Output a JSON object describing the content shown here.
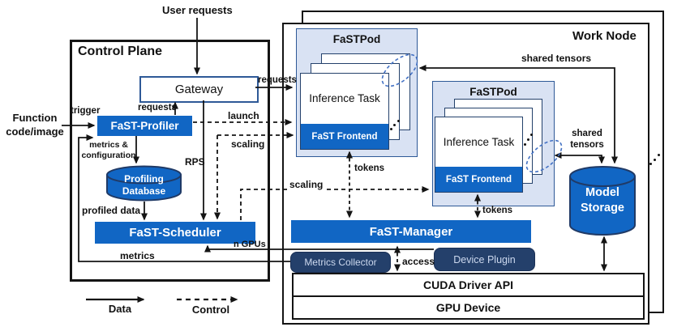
{
  "diagram": {
    "external": {
      "user_requests": "User requests",
      "function_code_line1": "Function",
      "function_code_line2": "code/image"
    },
    "control_plane": {
      "title": "Control Plane",
      "gateway": "Gateway",
      "profiler": "FaST-Profiler",
      "scheduler": "FaST-Scheduler",
      "database_line1": "Profiling",
      "database_line2": "Database"
    },
    "work_node": {
      "title": "Work Node",
      "pod1": {
        "title": "FaSTPod",
        "task": "Inference Task",
        "frontend": "FaST Frontend"
      },
      "pod2": {
        "title": "FaSTPod",
        "task": "Inference Task",
        "frontend": "FaST Frontend"
      },
      "manager": "FaST-Manager",
      "metrics_collector": "Metrics Collector",
      "device_plugin": "Device Plugin",
      "cuda_driver": "CUDA Driver API",
      "gpu_device": "GPU Device",
      "model_storage_line1": "Model",
      "model_storage_line2": "Storage"
    },
    "labels": {
      "trigger": "trigger",
      "requests_up": "requests",
      "requests_right": "requests",
      "launch": "launch",
      "scaling_upper": "scaling",
      "scaling_lower": "scaling",
      "rps": "RPS",
      "metrics_config_line1": "metrics &",
      "metrics_config_line2": "configuration",
      "profiled_data": "profiled data",
      "metrics": "metrics",
      "n_gpus": "n GPUs",
      "tokens_pod1": "tokens",
      "tokens_pod2": "tokens",
      "access": "access",
      "shared_tensors_top": "shared tensors",
      "shared_right_line1": "shared",
      "shared_right_line2": "tensors"
    },
    "legend": {
      "data": "Data",
      "control": "Control"
    },
    "colors": {
      "primary_blue": "#1166c4",
      "dark_navy": "#24406b",
      "pod_background": "#d9e2f3",
      "pod_border": "#2e5997",
      "dashed_callout_blue": "#4472c4",
      "line_black": "#141414"
    }
  }
}
